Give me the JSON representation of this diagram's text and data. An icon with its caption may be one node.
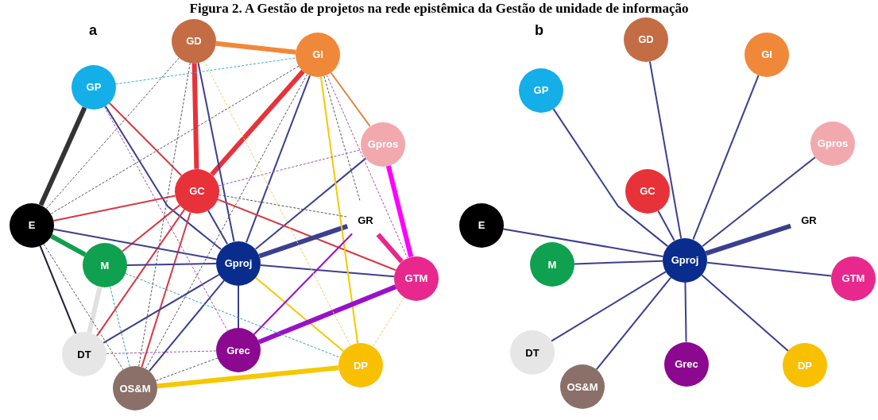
{
  "diagram": {
    "title": "Figura 2. A Gestão de projetos na rede epistêmica da Gestão de unidade de informação",
    "nodes": [
      {
        "text": [
          "GD"
        ]
      },
      {
        "text": [
          "GI"
        ]
      },
      {
        "text": [
          "GP"
        ]
      },
      {
        "text": [
          "Gpros"
        ]
      },
      {
        "text": [
          "GC"
        ]
      },
      {
        "text": [
          "E"
        ]
      },
      {
        "text": [
          "GR"
        ]
      },
      {
        "text": [
          "Gproj"
        ]
      },
      {
        "text": [
          "M"
        ]
      },
      {
        "text": [
          "GTM"
        ]
      },
      {
        "text": [
          "DT"
        ]
      },
      {
        "text": [
          "Grec"
        ]
      },
      {
        "text": [
          "DP"
        ]
      },
      {
        "text": [
          "OS&M"
        ]
      },
      {
        "text": [
          "GD"
        ]
      },
      {
        "text": [
          "GI"
        ]
      },
      {
        "text": [
          "GP"
        ]
      },
      {
        "text": [
          "Gpros"
        ]
      },
      {
        "text": [
          "GC"
        ]
      },
      {
        "text": [
          "E"
        ]
      },
      {
        "text": [
          "GR"
        ]
      },
      {
        "text": [
          "Gproj"
        ]
      },
      {
        "text": [
          "M"
        ]
      },
      {
        "text": [
          "GTM"
        ]
      },
      {
        "text": [
          "DT"
        ]
      },
      {
        "text": [
          "Grec"
        ]
      },
      {
        "text": [
          "DP"
        ]
      },
      {
        "text": [
          "OS&M"
        ]
      }
    ],
    "edges": [
      {
        "from": 0,
        "to": 1,
        "arrow": "none",
        "style": "thick",
        "color": "#f0883a"
      },
      {
        "from": 0,
        "to": 4,
        "arrow": "none",
        "style": "thick",
        "color": "#e8323a"
      },
      {
        "from": 1,
        "to": 4,
        "arrow": "none",
        "style": "thick",
        "color": "#e8323a"
      },
      {
        "from": 2,
        "to": 5,
        "arrow": "none",
        "style": "thick",
        "color": "#333333"
      },
      {
        "from": 2,
        "to": 4,
        "arrow": "none",
        "color": "#d63a44"
      },
      {
        "from": 2,
        "to": 7,
        "arrow": "none"
      },
      {
        "from": 0,
        "to": 7,
        "arrow": "none"
      },
      {
        "from": 1,
        "to": 7,
        "arrow": "none"
      },
      {
        "from": 3,
        "to": 7,
        "arrow": "none"
      },
      {
        "from": 4,
        "to": 5,
        "arrow": "none",
        "color": "#d63a44"
      },
      {
        "from": 4,
        "to": 8,
        "arrow": "none",
        "color": "#d63a44"
      },
      {
        "from": 4,
        "to": 10,
        "arrow": "none",
        "color": "#d63a44"
      },
      {
        "from": 4,
        "to": 13,
        "arrow": "none",
        "color": "#d63a44"
      },
      {
        "from": 4,
        "to": 9,
        "arrow": "none",
        "color": "#d63a44"
      },
      {
        "from": 4,
        "to": 7,
        "arrow": "none"
      },
      {
        "from": 5,
        "to": 7,
        "arrow": "none"
      },
      {
        "from": 5,
        "to": 8,
        "arrow": "none",
        "style": "thick",
        "color": "#0fa050"
      },
      {
        "from": 5,
        "to": 10,
        "arrow": "none",
        "color": "#1a1a3a"
      },
      {
        "from": 8,
        "to": 10,
        "arrow": "none",
        "style": "thick",
        "color": "#e0e0e0"
      },
      {
        "from": 8,
        "to": 7,
        "arrow": "none"
      },
      {
        "from": 10,
        "to": 7,
        "arrow": "none"
      },
      {
        "from": 13,
        "to": 7,
        "arrow": "none"
      },
      {
        "from": 7,
        "to": 6,
        "arrow": "none",
        "style": "thick"
      },
      {
        "from": 7,
        "to": 9,
        "arrow": "none"
      },
      {
        "from": 7,
        "to": 11,
        "arrow": "none"
      },
      {
        "from": 7,
        "to": 12,
        "arrow": "none",
        "color": "#f5c800"
      },
      {
        "from": 1,
        "to": 12,
        "arrow": "none",
        "color": "#f5c800"
      },
      {
        "from": 1,
        "to": 3,
        "arrow": "none",
        "color": "#e08840"
      },
      {
        "from": 3,
        "to": 9,
        "arrow": "none",
        "style": "thick",
        "color": "#ff00ff"
      },
      {
        "from": 6,
        "to": 9,
        "arrow": "none",
        "style": "thick",
        "color": "#e8288c"
      },
      {
        "from": 9,
        "to": 11,
        "arrow": "none",
        "style": "thick",
        "color": "#9a10c8"
      },
      {
        "from": 12,
        "to": 13,
        "arrow": "none",
        "style": "thick",
        "color": "#f5c800"
      },
      {
        "from": 6,
        "to": 11,
        "arrow": "none",
        "color": "#9a10c8"
      },
      {
        "from": 2,
        "to": 1,
        "arrow": "none",
        "style": "dashed",
        "color": "#30b0d0"
      },
      {
        "from": 0,
        "to": 5,
        "arrow": "none",
        "style": "dashed",
        "color": "#555555"
      },
      {
        "from": 1,
        "to": 5,
        "arrow": "none",
        "style": "dashed",
        "color": "#555555"
      },
      {
        "from": 0,
        "to": 13,
        "arrow": "none",
        "style": "dashed",
        "color": "#555555"
      },
      {
        "from": 1,
        "to": 6,
        "arrow": "none",
        "style": "dashed",
        "color": "#555555"
      },
      {
        "from": 4,
        "to": 6,
        "arrow": "none",
        "style": "dashed",
        "color": "#555555"
      },
      {
        "from": 13,
        "to": 11,
        "arrow": "none",
        "style": "dashed",
        "color": "#555555"
      },
      {
        "from": 5,
        "to": 13,
        "arrow": "none",
        "style": "dashed",
        "color": "#555555"
      },
      {
        "from": 1,
        "to": 13,
        "arrow": "none",
        "style": "dashed",
        "color": "#555555"
      },
      {
        "from": 2,
        "to": 11,
        "arrow": "none",
        "style": "dashed",
        "color": "#a050b0"
      },
      {
        "from": 10,
        "to": 11,
        "arrow": "none",
        "style": "dashed",
        "color": "#a050b0"
      },
      {
        "from": 4,
        "to": 3,
        "arrow": "none",
        "style": "dashed",
        "color": "#a050b0"
      },
      {
        "from": 1,
        "to": 9,
        "arrow": "none",
        "style": "dashed",
        "color": "#a050b0"
      },
      {
        "from": 8,
        "to": 12,
        "arrow": "none",
        "style": "dashed",
        "color": "#30a0b0"
      },
      {
        "from": 8,
        "to": 13,
        "arrow": "none",
        "style": "dashed",
        "color": "#30a0b0"
      },
      {
        "from": 0,
        "to": 12,
        "arrow": "none",
        "style": "dashed",
        "color": "#e8d060"
      },
      {
        "from": 9,
        "to": 12,
        "arrow": "none",
        "style": "dashed",
        "color": "#e8d060"
      },
      {
        "from": 21,
        "to": 14,
        "arrow": "none"
      },
      {
        "from": 21,
        "to": 15,
        "arrow": "none"
      },
      {
        "from": 21,
        "to": 16,
        "arrow": "none"
      },
      {
        "from": 21,
        "to": 17,
        "arrow": "none"
      },
      {
        "from": 21,
        "to": 18,
        "arrow": "none"
      },
      {
        "from": 21,
        "to": 19,
        "arrow": "none"
      },
      {
        "from": 21,
        "to": 20,
        "arrow": "none",
        "style": "thick"
      },
      {
        "from": 21,
        "to": 22,
        "arrow": "none"
      },
      {
        "from": 21,
        "to": 23,
        "arrow": "none"
      },
      {
        "from": 21,
        "to": 24,
        "arrow": "none"
      },
      {
        "from": 21,
        "to": 25,
        "arrow": "none"
      },
      {
        "from": 21,
        "to": 26,
        "arrow": "none"
      },
      {
        "from": 21,
        "to": 27,
        "arrow": "none"
      }
    ],
    "labels": [
      "a",
      "b"
    ]
  }
}
